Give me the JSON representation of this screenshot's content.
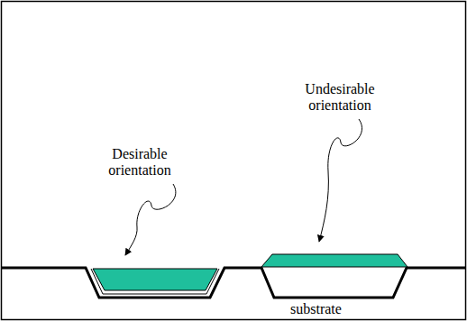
{
  "diagram": {
    "labels": [
      "Desirable orientation",
      "Undesirable orientation",
      "substrate"
    ]
  }
}
